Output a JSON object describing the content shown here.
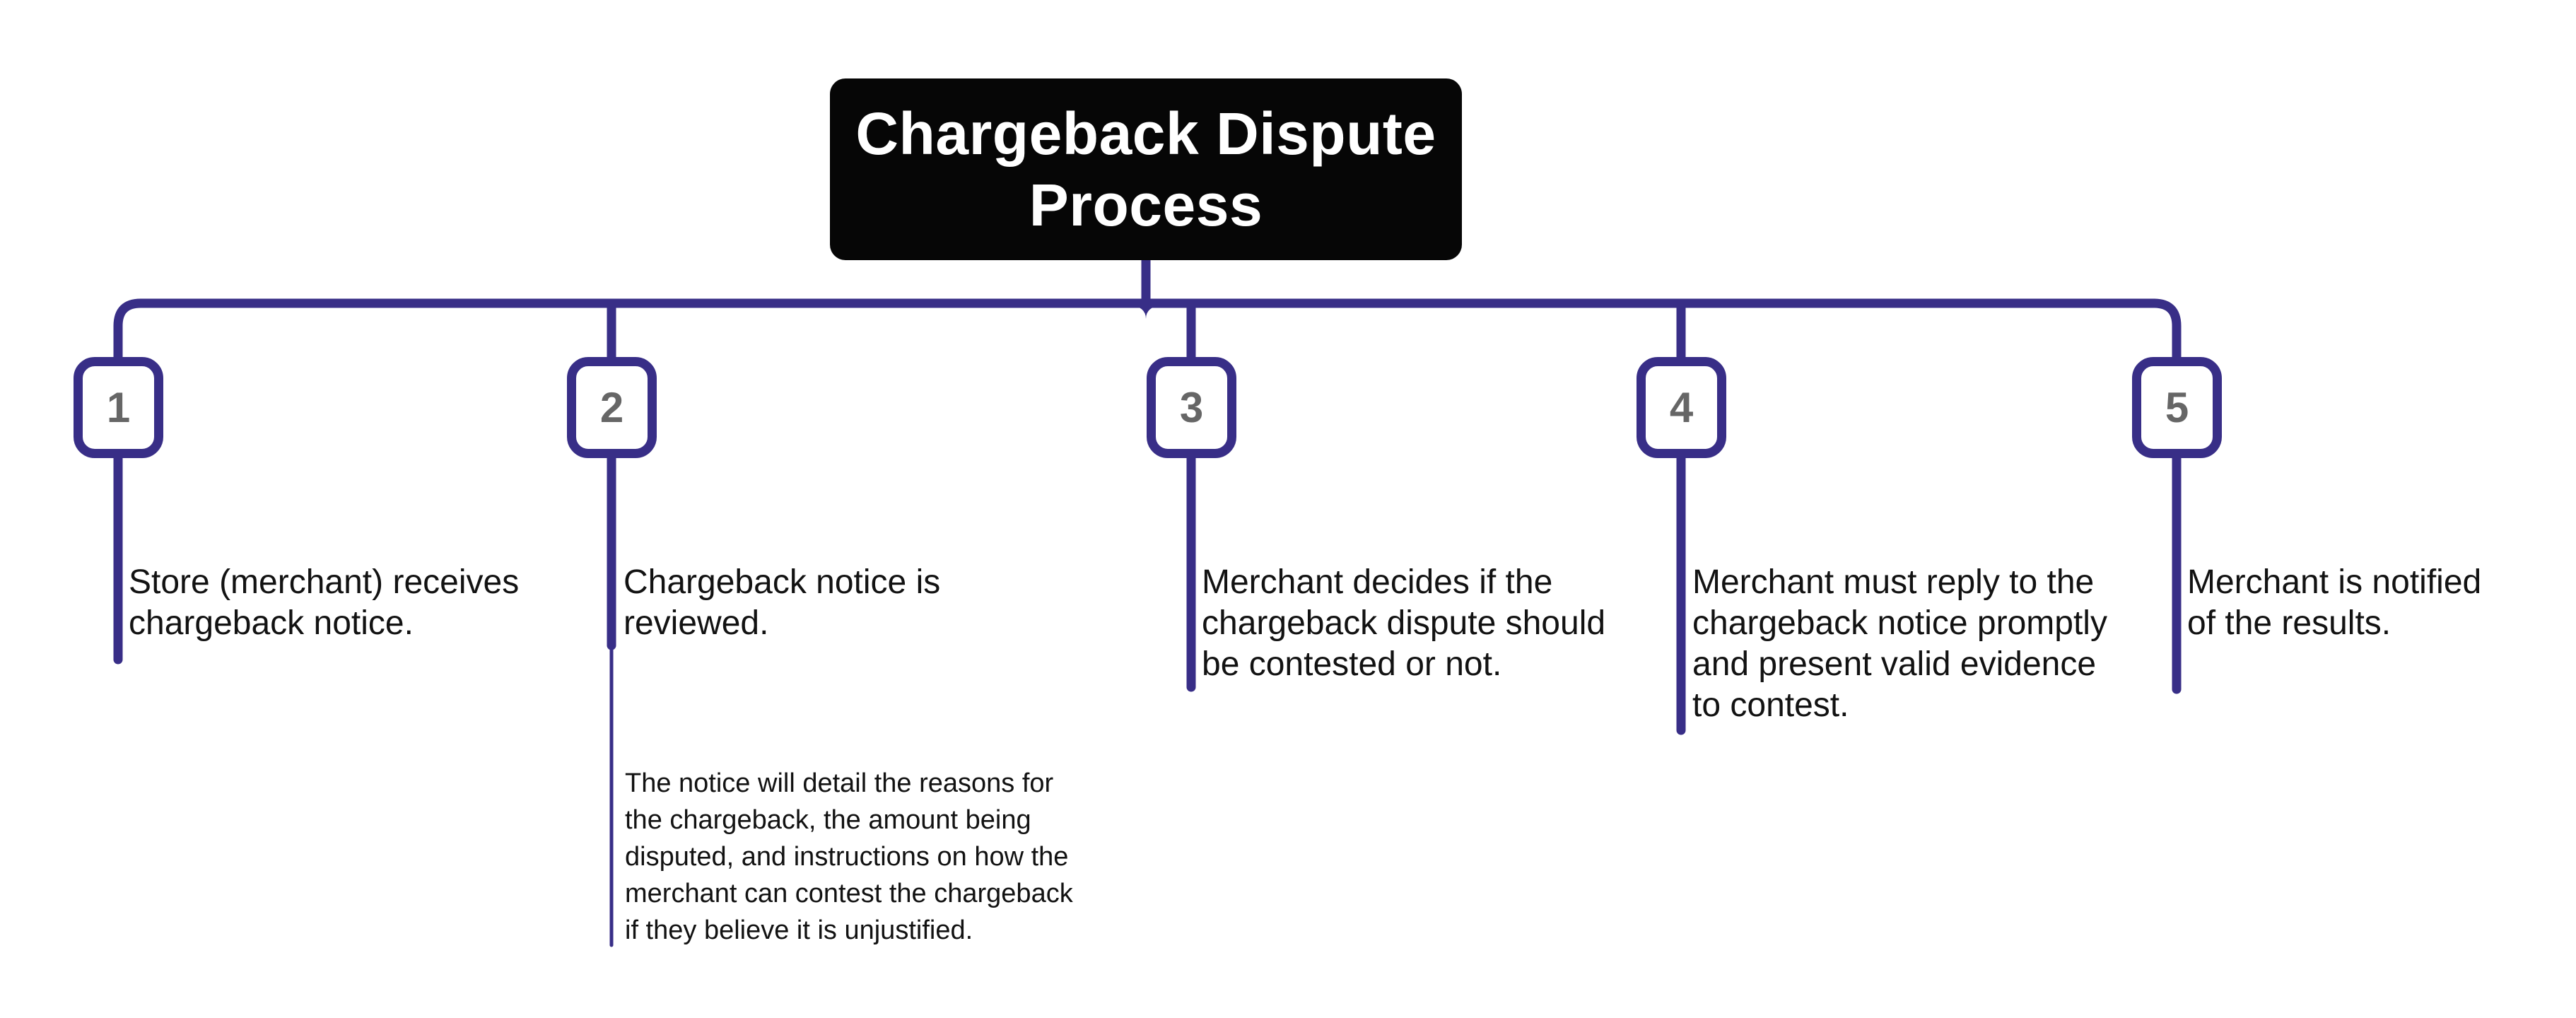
{
  "title": "Chargeback Dispute\nProcess",
  "steps": [
    {
      "number": "1",
      "text": "Store (merchant) receives\nchargeback notice."
    },
    {
      "number": "2",
      "text": "Chargeback notice is\nreviewed.",
      "note": "The notice will detail the reasons for\nthe chargeback, the amount being\ndisputed, and instructions on how the\nmerchant can contest the chargeback\nif they believe it is unjustified."
    },
    {
      "number": "3",
      "text": "Merchant decides if the\nchargeback dispute should\nbe contested or not."
    },
    {
      "number": "4",
      "text": "Merchant must reply to the\nchargeback notice promptly\nand present valid evidence\nto contest."
    },
    {
      "number": "5",
      "text": "Merchant is notified\nof the results."
    }
  ],
  "colors": {
    "connector": "#382e87",
    "title_background": "#060606",
    "title_text": "#ffffff",
    "step_number": "#666666",
    "body_text": "#121212"
  }
}
